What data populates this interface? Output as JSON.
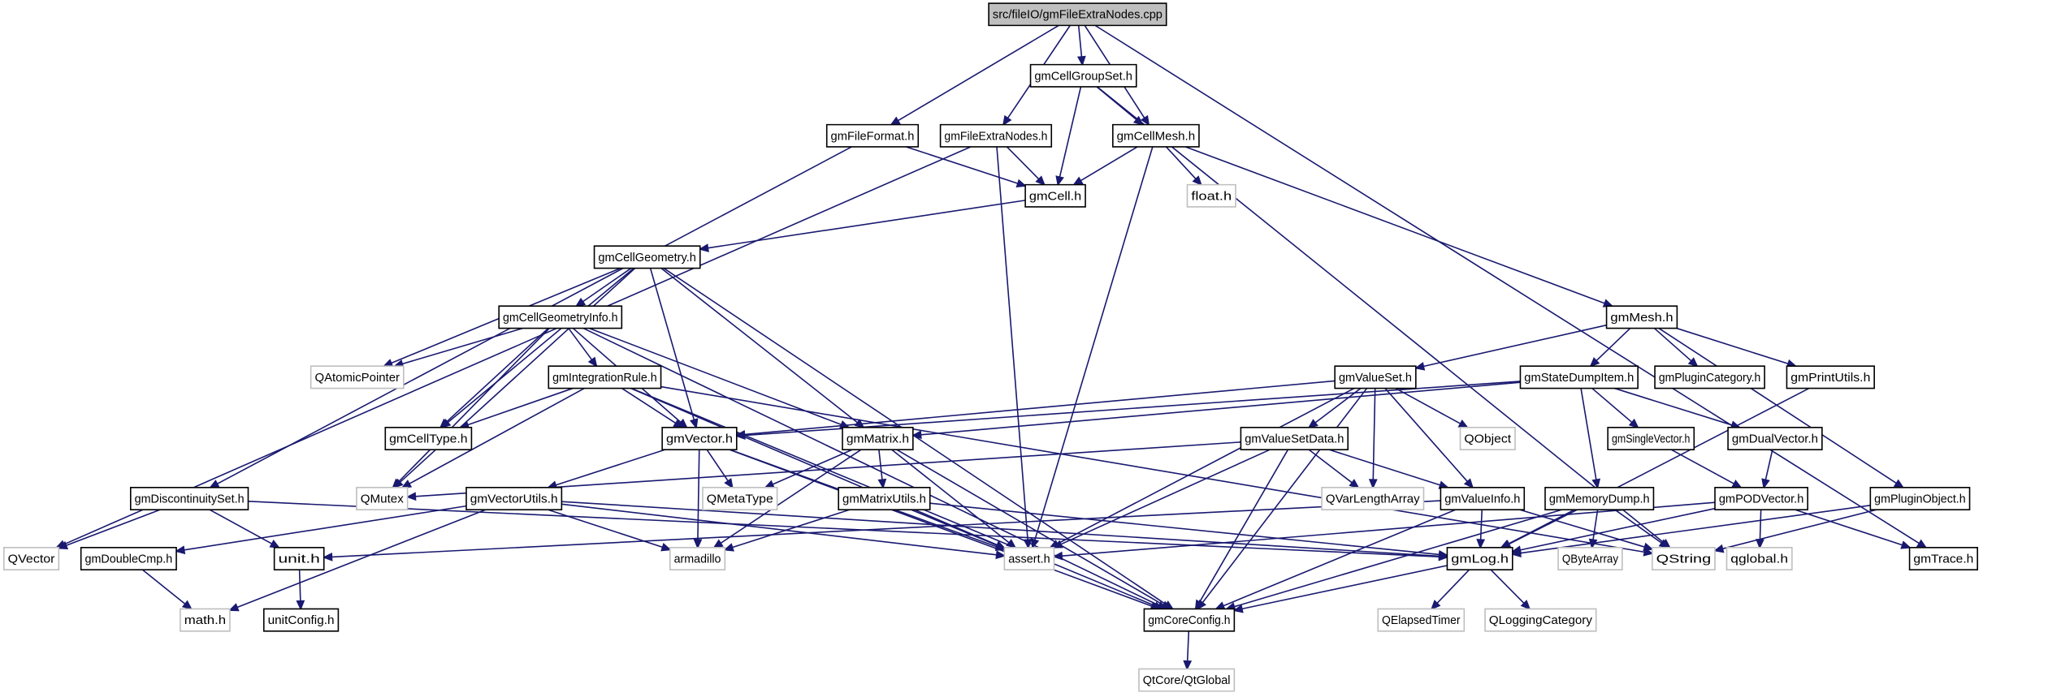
{
  "title": "src/fileIO/gmFileExtraNodes.cpp",
  "colors": {
    "edge": "#191970",
    "root_fill": "#bfbfbf",
    "external_border": "#bfbfbf",
    "local_border": "#000000"
  },
  "nodes": [
    {
      "id": "root",
      "label": "src/fileIO/gmFileExtraNodes.cpp",
      "kind": "root"
    },
    {
      "id": "cellgroupset",
      "label": "gmCellGroupSet.h",
      "kind": "local"
    },
    {
      "id": "fileformat",
      "label": "gmFileFormat.h",
      "kind": "local"
    },
    {
      "id": "fileextranodes",
      "label": "gmFileExtraNodes.h",
      "kind": "local"
    },
    {
      "id": "cellmesh",
      "label": "gmCellMesh.h",
      "kind": "local"
    },
    {
      "id": "cell",
      "label": "gmCell.h",
      "kind": "local"
    },
    {
      "id": "float",
      "label": "float.h",
      "kind": "external"
    },
    {
      "id": "cellgeometry",
      "label": "gmCellGeometry.h",
      "kind": "local"
    },
    {
      "id": "cellgeometryinfo",
      "label": "gmCellGeometryInfo.h",
      "kind": "local"
    },
    {
      "id": "mesh",
      "label": "gmMesh.h",
      "kind": "local"
    },
    {
      "id": "qatomicpointer",
      "label": "QAtomicPointer",
      "kind": "external"
    },
    {
      "id": "integrationrule",
      "label": "gmIntegrationRule.h",
      "kind": "local"
    },
    {
      "id": "valueset",
      "label": "gmValueSet.h",
      "kind": "local"
    },
    {
      "id": "statedumpitem",
      "label": "gmStateDumpItem.h",
      "kind": "local"
    },
    {
      "id": "plugincategory",
      "label": "gmPluginCategory.h",
      "kind": "local"
    },
    {
      "id": "printutils",
      "label": "gmPrintUtils.h",
      "kind": "local"
    },
    {
      "id": "celltype",
      "label": "gmCellType.h",
      "kind": "local"
    },
    {
      "id": "vector",
      "label": "gmVector.h",
      "kind": "local"
    },
    {
      "id": "matrix",
      "label": "gmMatrix.h",
      "kind": "local"
    },
    {
      "id": "valuesetdata",
      "label": "gmValueSetData.h",
      "kind": "local"
    },
    {
      "id": "qobject",
      "label": "QObject",
      "kind": "external"
    },
    {
      "id": "singlevector",
      "label": "gmSingleVector.h",
      "kind": "local"
    },
    {
      "id": "dualvector",
      "label": "gmDualVector.h",
      "kind": "local"
    },
    {
      "id": "qmutex",
      "label": "QMutex",
      "kind": "external"
    },
    {
      "id": "discontinuityset",
      "label": "gmDiscontinuitySet.h",
      "kind": "local"
    },
    {
      "id": "vectorutils",
      "label": "gmVectorUtils.h",
      "kind": "local"
    },
    {
      "id": "qmetatype",
      "label": "QMetaType",
      "kind": "external"
    },
    {
      "id": "matrixutils",
      "label": "gmMatrixUtils.h",
      "kind": "local"
    },
    {
      "id": "qvarlengtharray",
      "label": "QVarLengthArray",
      "kind": "external"
    },
    {
      "id": "valueinfo",
      "label": "gmValueInfo.h",
      "kind": "local"
    },
    {
      "id": "memorydump",
      "label": "gmMemoryDump.h",
      "kind": "local"
    },
    {
      "id": "podvector",
      "label": "gmPODVector.h",
      "kind": "local"
    },
    {
      "id": "pluginobject",
      "label": "gmPluginObject.h",
      "kind": "local"
    },
    {
      "id": "qvector",
      "label": "QVector",
      "kind": "external"
    },
    {
      "id": "doublecmp",
      "label": "gmDoubleCmp.h",
      "kind": "local"
    },
    {
      "id": "unit",
      "label": "unit.h",
      "kind": "local"
    },
    {
      "id": "armadillo",
      "label": "armadillo",
      "kind": "external"
    },
    {
      "id": "assert",
      "label": "assert.h",
      "kind": "external"
    },
    {
      "id": "log",
      "label": "gmLog.h",
      "kind": "local"
    },
    {
      "id": "qbytearray",
      "label": "QByteArray",
      "kind": "external"
    },
    {
      "id": "qstring",
      "label": "QString",
      "kind": "external"
    },
    {
      "id": "qglobal",
      "label": "qglobal.h",
      "kind": "external"
    },
    {
      "id": "trace",
      "label": "gmTrace.h",
      "kind": "local"
    },
    {
      "id": "math",
      "label": "math.h",
      "kind": "external"
    },
    {
      "id": "unitconfig",
      "label": "unitConfig.h",
      "kind": "local"
    },
    {
      "id": "coreconfig",
      "label": "gmCoreConfig.h",
      "kind": "local"
    },
    {
      "id": "qelapsedtimer",
      "label": "QElapsedTimer",
      "kind": "external"
    },
    {
      "id": "qloggingcategory",
      "label": "QLoggingCategory",
      "kind": "external"
    },
    {
      "id": "qtglobal",
      "label": "QtCore/QtGlobal",
      "kind": "external"
    }
  ],
  "edges": [
    [
      "root",
      "fileformat"
    ],
    [
      "root",
      "fileextranodes"
    ],
    [
      "root",
      "cellgroupset"
    ],
    [
      "root",
      "cellmesh"
    ],
    [
      "root",
      "trace"
    ],
    [
      "cellgroupset",
      "cell"
    ],
    [
      "cellgroupset",
      "cellmesh"
    ],
    [
      "cellgroupset",
      "qstring"
    ],
    [
      "fileformat",
      "cell"
    ],
    [
      "fileformat",
      "discontinuityset"
    ],
    [
      "fileextranodes",
      "cell"
    ],
    [
      "fileextranodes",
      "assert"
    ],
    [
      "fileextranodes",
      "qvector"
    ],
    [
      "cellmesh",
      "cell"
    ],
    [
      "cellmesh",
      "float"
    ],
    [
      "cellmesh",
      "assert"
    ],
    [
      "cellmesh",
      "mesh"
    ],
    [
      "cell",
      "cellgeometry"
    ],
    [
      "cellgeometry",
      "cellgeometryinfo"
    ],
    [
      "cellgeometry",
      "qatomicpointer"
    ],
    [
      "cellgeometry",
      "celltype"
    ],
    [
      "cellgeometry",
      "qmutex"
    ],
    [
      "cellgeometry",
      "vector"
    ],
    [
      "cellgeometry",
      "matrix"
    ],
    [
      "cellgeometry",
      "coreconfig"
    ],
    [
      "cellgeometryinfo",
      "qatomicpointer"
    ],
    [
      "cellgeometryinfo",
      "integrationrule"
    ],
    [
      "cellgeometryinfo",
      "celltype"
    ],
    [
      "cellgeometryinfo",
      "qmutex"
    ],
    [
      "cellgeometryinfo",
      "vector"
    ],
    [
      "cellgeometryinfo",
      "matrix"
    ],
    [
      "cellgeometryinfo",
      "coreconfig"
    ],
    [
      "integrationrule",
      "celltype"
    ],
    [
      "integrationrule",
      "vector"
    ],
    [
      "integrationrule",
      "qmutex"
    ],
    [
      "integrationrule",
      "assert"
    ],
    [
      "integrationrule",
      "coreconfig"
    ],
    [
      "integrationrule",
      "qstring"
    ],
    [
      "mesh",
      "valueset"
    ],
    [
      "mesh",
      "statedumpitem"
    ],
    [
      "mesh",
      "plugincategory"
    ],
    [
      "mesh",
      "printutils"
    ],
    [
      "mesh",
      "pluginobject"
    ],
    [
      "valueset",
      "valuesetdata"
    ],
    [
      "valueset",
      "qobject"
    ],
    [
      "valueset",
      "qvarlengtharray"
    ],
    [
      "valueset",
      "valueinfo"
    ],
    [
      "valueset",
      "vector"
    ],
    [
      "valueset",
      "assert"
    ],
    [
      "valueset",
      "coreconfig"
    ],
    [
      "statedumpitem",
      "singlevector"
    ],
    [
      "statedumpitem",
      "dualvector"
    ],
    [
      "statedumpitem",
      "memorydump"
    ],
    [
      "statedumpitem",
      "matrix"
    ],
    [
      "statedumpitem",
      "vector"
    ],
    [
      "valuesetdata",
      "qvarlengtharray"
    ],
    [
      "valuesetdata",
      "valueinfo"
    ],
    [
      "valuesetdata",
      "qmutex"
    ],
    [
      "valuesetdata",
      "assert"
    ],
    [
      "valuesetdata",
      "coreconfig"
    ],
    [
      "singlevector",
      "podvector"
    ],
    [
      "dualvector",
      "podvector"
    ],
    [
      "vector",
      "vectorutils"
    ],
    [
      "vector",
      "qmetatype"
    ],
    [
      "vector",
      "armadillo"
    ],
    [
      "vector",
      "assert"
    ],
    [
      "vector",
      "coreconfig"
    ],
    [
      "matrix",
      "qmetatype"
    ],
    [
      "matrix",
      "matrixutils"
    ],
    [
      "matrix",
      "armadillo"
    ],
    [
      "matrix",
      "assert"
    ],
    [
      "matrix",
      "coreconfig"
    ],
    [
      "matrixutils",
      "armadillo"
    ],
    [
      "matrixutils",
      "assert"
    ],
    [
      "matrixutils",
      "log"
    ],
    [
      "vectorutils",
      "armadillo"
    ],
    [
      "vectorutils",
      "assert"
    ],
    [
      "vectorutils",
      "math"
    ],
    [
      "vectorutils",
      "doublecmp"
    ],
    [
      "vectorutils",
      "log"
    ],
    [
      "discontinuityset",
      "qvector"
    ],
    [
      "discontinuityset",
      "unit"
    ],
    [
      "discontinuityset",
      "log"
    ],
    [
      "valueinfo",
      "log"
    ],
    [
      "valueinfo",
      "coreconfig"
    ],
    [
      "valueinfo",
      "qstring"
    ],
    [
      "valueinfo",
      "unit"
    ],
    [
      "memorydump",
      "log"
    ],
    [
      "memorydump",
      "qbytearray"
    ],
    [
      "memorydump",
      "qstring"
    ],
    [
      "memorydump",
      "coreconfig"
    ],
    [
      "podvector",
      "log"
    ],
    [
      "podvector",
      "qglobal"
    ],
    [
      "podvector",
      "trace"
    ],
    [
      "podvector",
      "assert"
    ],
    [
      "pluginobject",
      "log"
    ],
    [
      "pluginobject",
      "qstring"
    ],
    [
      "printutils",
      "log"
    ],
    [
      "doublecmp",
      "math"
    ],
    [
      "unit",
      "unitconfig"
    ],
    [
      "log",
      "coreconfig"
    ],
    [
      "log",
      "qelapsedtimer"
    ],
    [
      "log",
      "qloggingcategory"
    ],
    [
      "coreconfig",
      "qtglobal"
    ]
  ]
}
